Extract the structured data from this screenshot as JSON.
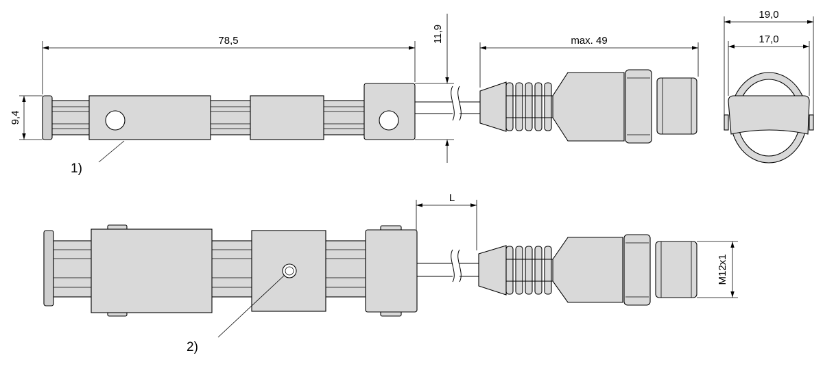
{
  "dimensions": {
    "length": "78,5",
    "height": "9,4",
    "offset": "11,9",
    "cable_max": "max. 49",
    "outer_width": "19,0",
    "inner_width": "17,0",
    "cable_length": "L",
    "thread": "M12x1"
  },
  "callouts": {
    "one": "1)",
    "two": "2)"
  },
  "colors": {
    "line": "#000000",
    "fill_body": "#ffffff",
    "fill_grey": "#d9d9d9"
  }
}
